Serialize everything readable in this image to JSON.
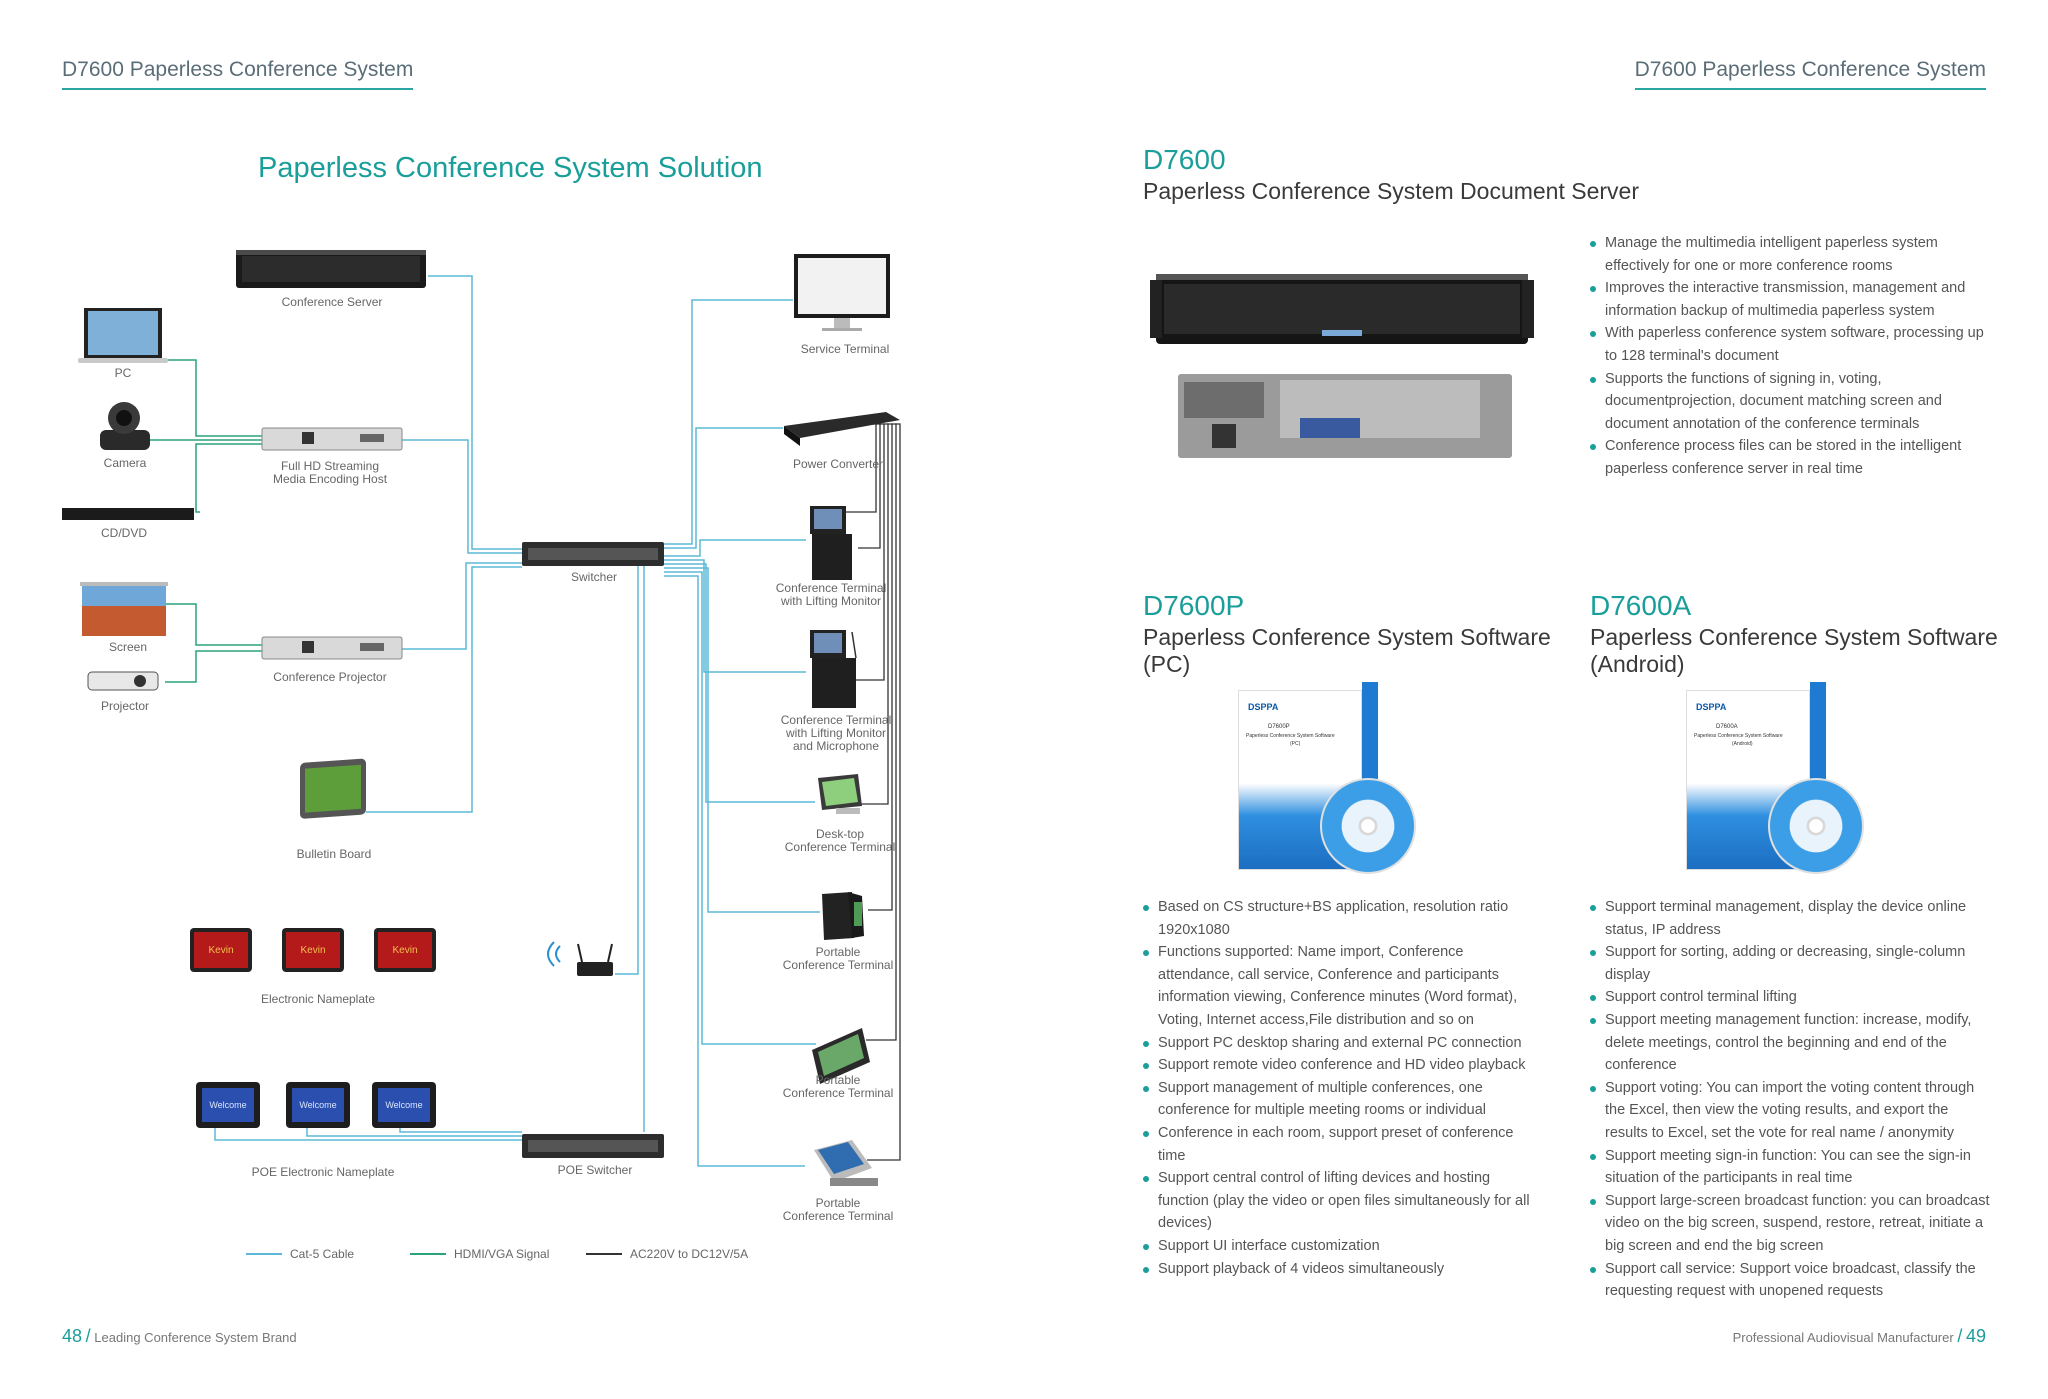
{
  "header": {
    "left": "D7600 Paperless Conference System",
    "right": "D7600 Paperless Conference System"
  },
  "left_page": {
    "title": "Paperless Conference System Solution",
    "devices": {
      "conference_server": "Conference Server",
      "pc": "PC",
      "camera": "Camera",
      "cd_dvd": "CD/DVD",
      "streaming_host_1": "Full HD Streaming",
      "streaming_host_2": "Media Encoding Host",
      "screen": "Screen",
      "projector": "Projector",
      "conference_projector": "Conference Projector",
      "bulletin_board": "Bulletin Board",
      "electronic_nameplate": "Electronic Nameplate",
      "poe_electronic_nameplate": "POE Electronic Nameplate",
      "switcher": "Switcher",
      "poe_switcher": "POE Switcher",
      "service_terminal": "Service Terminal",
      "power_converter": "Power Converter",
      "terminal_lifting_1": "Conference Terminal",
      "terminal_lifting_2": "with Lifting Monitor",
      "terminal_lifting_mic_1": "Conference Terminal",
      "terminal_lifting_mic_2": "with Lifting Monitor",
      "terminal_lifting_mic_3": "and Microphone",
      "desktop_1": "Desk-top",
      "desktop_2": "Conference Terminal",
      "portable_a_1": "Portable",
      "portable_a_2": "Conference Terminal",
      "portable_b_1": "Portable",
      "portable_b_2": "Conference Terminal",
      "portable_c_1": "Portable",
      "portable_c_2": "Conference Terminal",
      "nameplate_word": "Kevin",
      "poe_nameplate_word": "Welcome"
    },
    "legend": {
      "cat5": "Cat-5 Cable",
      "hdmi": "HDMI/VGA Signal",
      "ac": "AC220V to DC12V/5A"
    },
    "colors": {
      "cat5": "#5bb8d6",
      "hdmi": "#2aa37a",
      "ac": "#333333"
    }
  },
  "right_page": {
    "d7600": {
      "model": "D7600",
      "subtitle": "Paperless Conference System Document Server",
      "bullets": [
        "Manage the multimedia intelligent paperless system effectively for one or more conference rooms",
        "Improves the interactive transmission, management and information backup of multimedia paperless system",
        "With paperless conference system software, processing up to 128 terminal's document",
        "Supports the functions of signing in, voting, documentprojection, document matching screen and document annotation of the conference terminals",
        "Conference process files can be stored in the intelligent paperless conference server in real time"
      ]
    },
    "d7600p": {
      "model": "D7600P",
      "subtitle_1": "Paperless Conference System Software",
      "subtitle_2": "(PC)",
      "box_brand": "DSPPA",
      "box_model": "D7600P",
      "box_text": "Paperless Conference System Software",
      "box_variant": "(PC)",
      "bullets": [
        "Based on CS structure+BS application, resolution ratio 1920x1080",
        "Functions supported: Name import, Conference attendance, call service, Conference and participants information viewing, Conference minutes (Word format), Voting, Internet access,File distribution and so on",
        "Support PC desktop sharing and external PC connection",
        "Support remote video conference and HD video playback",
        "Support management of multiple conferences, one conference for multiple meeting rooms or individual",
        "Conference in each room, support preset of conference time",
        "Support central control of lifting devices and hosting function (play the video or open files simultaneously for all devices)",
        "Support UI interface customization",
        "Support playback of 4 videos simultaneously"
      ]
    },
    "d7600a": {
      "model": "D7600A",
      "subtitle_1": "Paperless Conference System Software",
      "subtitle_2": "(Android)",
      "box_brand": "DSPPA",
      "box_model": "D7600A",
      "box_text": "Paperless Conference System Software",
      "box_variant": "(Android)",
      "bullets": [
        "Support terminal management, display the device online status, IP address",
        "Support for sorting, adding or decreasing, single-column display",
        "Support control terminal lifting",
        "Support meeting management function: increase, modify, delete meetings, control the beginning and end of the conference",
        "Support voting: You can import the voting content through the Excel, then view the voting results, and export the results to Excel, set the vote for real name / anonymity",
        "Support meeting sign-in function: You can see the sign-in situation of the participants in real time",
        "Support large-screen broadcast function: you can broadcast video on the big screen, suspend, restore, retreat, initiate a big screen and end the big screen",
        "Support call service: Support voice broadcast, classify the requesting request with unopened requests"
      ]
    }
  },
  "footer": {
    "left_num": "48",
    "left_text": "Leading Conference System Brand",
    "right_text": "Professional Audiovisual Manufacturer",
    "right_num": "49",
    "slash": "/"
  }
}
